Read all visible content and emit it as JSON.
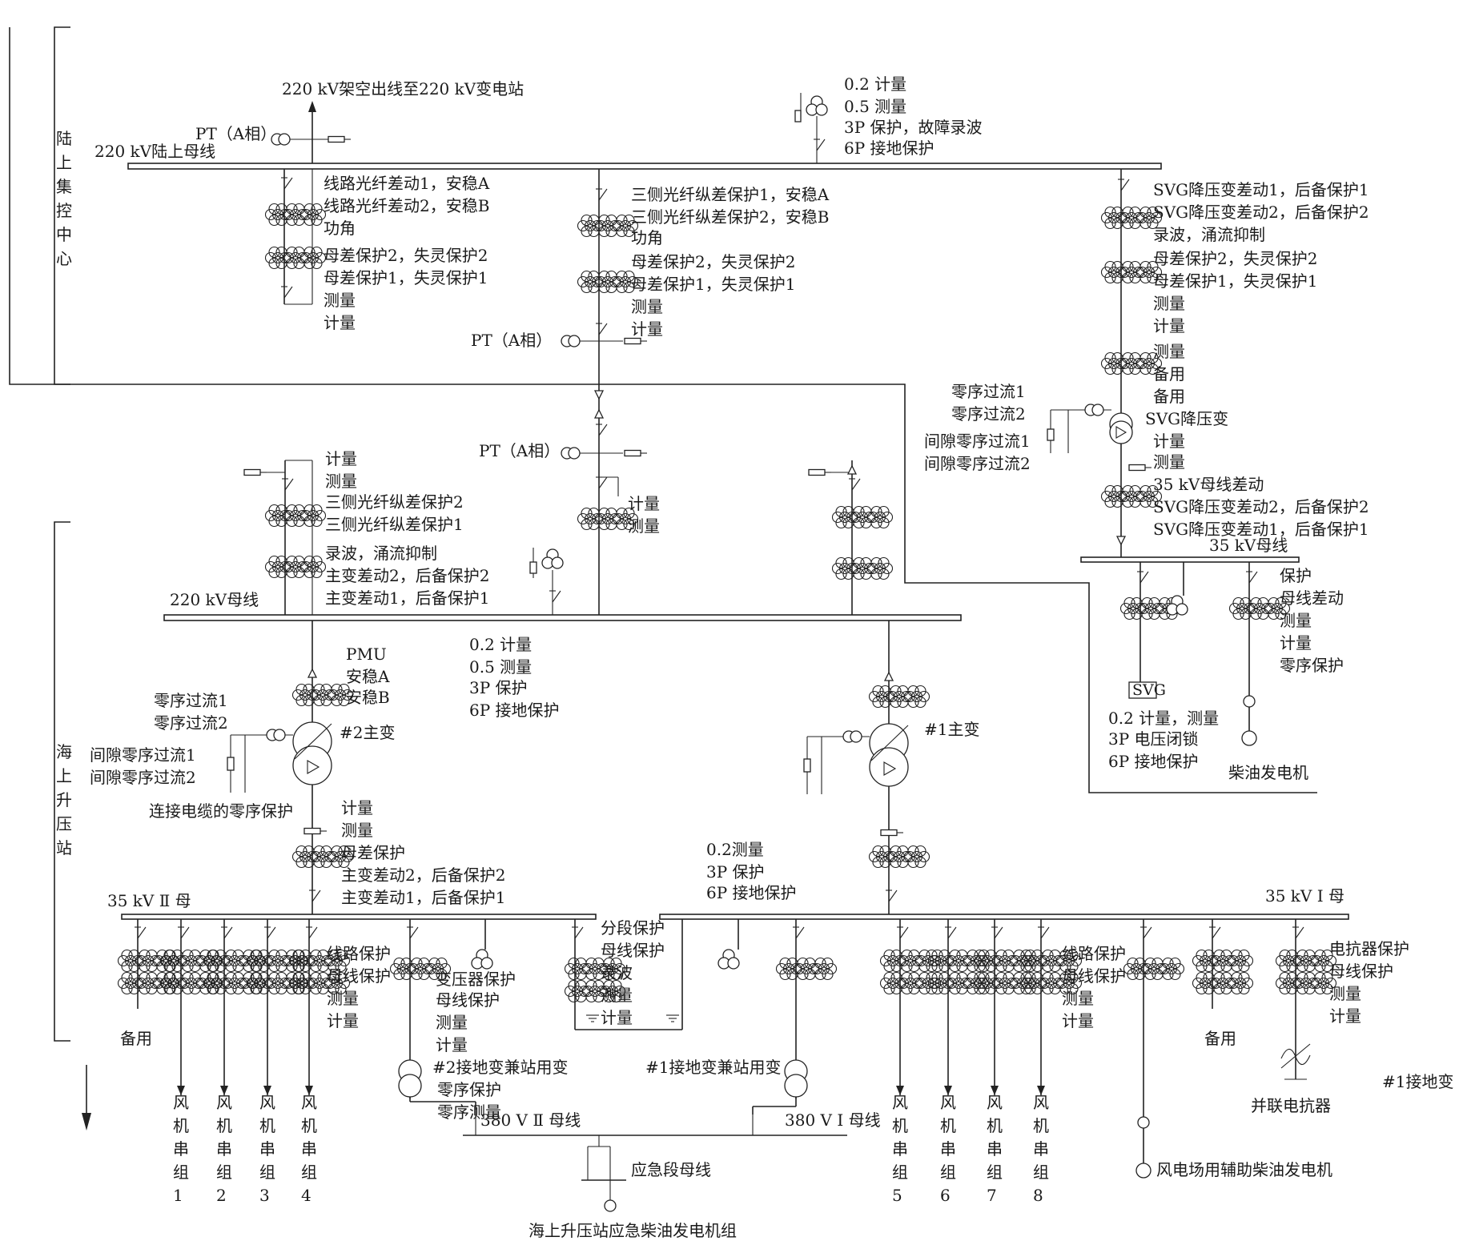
{
  "regions": {
    "onshore_center": "陆上集控中心",
    "offshore_station": "海上升压站"
  },
  "lines_220": {
    "outgoing": "220 kV架空出线至220 kV变电站",
    "onshore_bus": "220 kV陆上母线",
    "pt_a": "PT（A相）",
    "pt_protect": [
      "0.2 计量",
      "0.5 测量",
      "3P 保护，故障录波",
      "6P 接地保护"
    ],
    "feeder1": [
      "线路光纤差动1，安稳A",
      "线路光纤差动2，安稳B",
      "功角",
      "母差保护2，失灵保护2",
      "母差保护1，失灵保护1",
      "测量",
      "计量"
    ],
    "feeder2": [
      "三侧光纤纵差保护1，安稳A",
      "三侧光纤纵差保护2，安稳B",
      "功角",
      "母差保护2，失灵保护2",
      "母差保护1，失灵保护1",
      "测量",
      "计量"
    ],
    "feeder3": [
      "SVG降压变差动1，后备保护1",
      "SVG降压变差动2，后备保护2",
      "录波，涌流抑制",
      "母差保护2，失灵保护2",
      "母差保护1，失灵保护1",
      "测量",
      "计量"
    ]
  },
  "svg_branch": {
    "ct_labels": [
      "测量",
      "备用",
      "备用"
    ],
    "zero_seq": [
      "零序过流1",
      "零序过流2",
      "间隙零序过流1",
      "间隙零序过流2"
    ],
    "transformer": "SVG降压变",
    "meas": [
      "计量",
      "测量"
    ],
    "bus_prot": [
      "35 kV母线差动",
      "SVG降压变差动2，后备保护2",
      "SVG降压变差动1，后备保护1"
    ],
    "bus35": "35 kV母线",
    "svg_box": "SVG",
    "right_prot": [
      "保护",
      "母线差动",
      "测量",
      "计量",
      "零序保护"
    ],
    "pt_labels": [
      "0.2 计量，测量",
      "3P 电压闭锁",
      "6P 接地保护"
    ],
    "diesel": "柴油发电机"
  },
  "offshore_220": {
    "pt_a": "PT（A相）",
    "center_ct": [
      "计量",
      "测量"
    ],
    "left_ct": [
      "计量",
      "测量",
      "三侧光纤纵差保护2",
      "三侧光纤纵差保护1",
      "录波，涌流抑制",
      "主变差动2，后备保护2",
      "主变差动1，后备保护1"
    ],
    "bus": "220 kV母线",
    "pt_protect": [
      "0.2 计量",
      "0.5 测量",
      "3P 保护",
      "6P 接地保护"
    ]
  },
  "transformers": {
    "t2_ct": [
      "PMU",
      "安稳A",
      "安稳B"
    ],
    "t2_name": "#2主变",
    "t1_name": "#1主变",
    "zero_seq": [
      "零序过流1",
      "零序过流2",
      "间隙零序过流1",
      "间隙零序过流2"
    ],
    "cable_zero": "连接电缆的零序保护",
    "lv_left": [
      "计量",
      "测量",
      "母差保护",
      "主变差动2，后备保护2",
      "主变差动1，后备保护1"
    ],
    "lv_right": [
      "0.2测量",
      "3P 保护",
      "6P 接地保护"
    ]
  },
  "bus35": {
    "bus2": "35 kV Ⅱ 母",
    "bus1": "35 kV Ⅰ 母",
    "line_prot_left": [
      "线路保护",
      "母线保护",
      "测量",
      "计量"
    ],
    "xfmr_prot": [
      "变压器保护",
      "母线保护",
      "测量",
      "计量"
    ],
    "section_prot": [
      "分段保护",
      "母线保护",
      "录波",
      "测量",
      "计量"
    ],
    "line_prot_right": [
      "线路保护",
      "母线保护",
      "测量",
      "计量"
    ],
    "reactor_prot": [
      "电抗器保护",
      "母线保护",
      "测量",
      "计量"
    ],
    "spare": "备用",
    "string_chars": [
      "风",
      "机",
      "串",
      "组"
    ],
    "left_numbers": [
      "1",
      "2",
      "3",
      "4"
    ],
    "right_numbers": [
      "5",
      "6",
      "7",
      "8"
    ],
    "grounding2": [
      "#2接地变兼站用变",
      "零序保护",
      "零序测量"
    ],
    "grounding1": "#1接地变兼站用变",
    "grounding1_right": "#1接地变",
    "reactor": "并联电抗器",
    "aux_diesel": "风电场用辅助柴油发电机"
  },
  "lv380": {
    "bus2": "380 V Ⅱ 母线",
    "bus1": "380 V Ⅰ 母线",
    "emergency_bus": "应急段母线",
    "emergency_gen": "海上升压站应急柴油发电机组"
  }
}
